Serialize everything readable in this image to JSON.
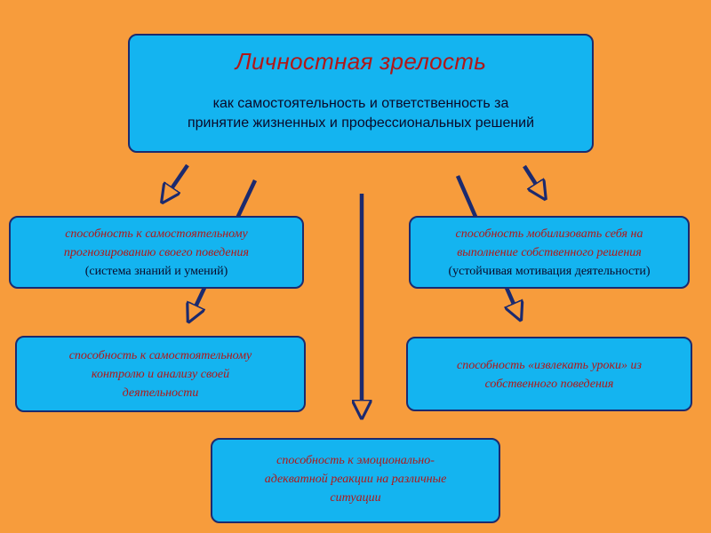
{
  "top": {
    "title": "Личностная зрелость",
    "subtitle_line1": "как самостоятельность и ответственность за",
    "subtitle_line2": "принятие жизненных и профессиональных решений"
  },
  "box_left_top": {
    "line1": "способность к самостоятельному",
    "line2": "прогнозированию своего поведения",
    "line3": "(система знаний и умений)"
  },
  "box_right_top": {
    "line1": "способность мобилизовать себя на",
    "line2": "выполнение собственного решения",
    "line3": "(устойчивая мотивация деятельности)"
  },
  "box_left_mid": {
    "line1": "способность к самостоятельному",
    "line2": "контролю и анализу своей",
    "line3": "деятельности"
  },
  "box_right_mid": {
    "line1": "способность «извлекать уроки» из",
    "line2": "собственного поведения"
  },
  "box_bottom": {
    "line1": "способность к эмоционально-",
    "line2": "адекватной реакции на различные",
    "line3": "ситуации"
  },
  "colors": {
    "background": "#f79c3c",
    "box_fill": "#14b4f0",
    "border_and_arrows": "#1c2a6e",
    "italic_text": "#b01818"
  }
}
